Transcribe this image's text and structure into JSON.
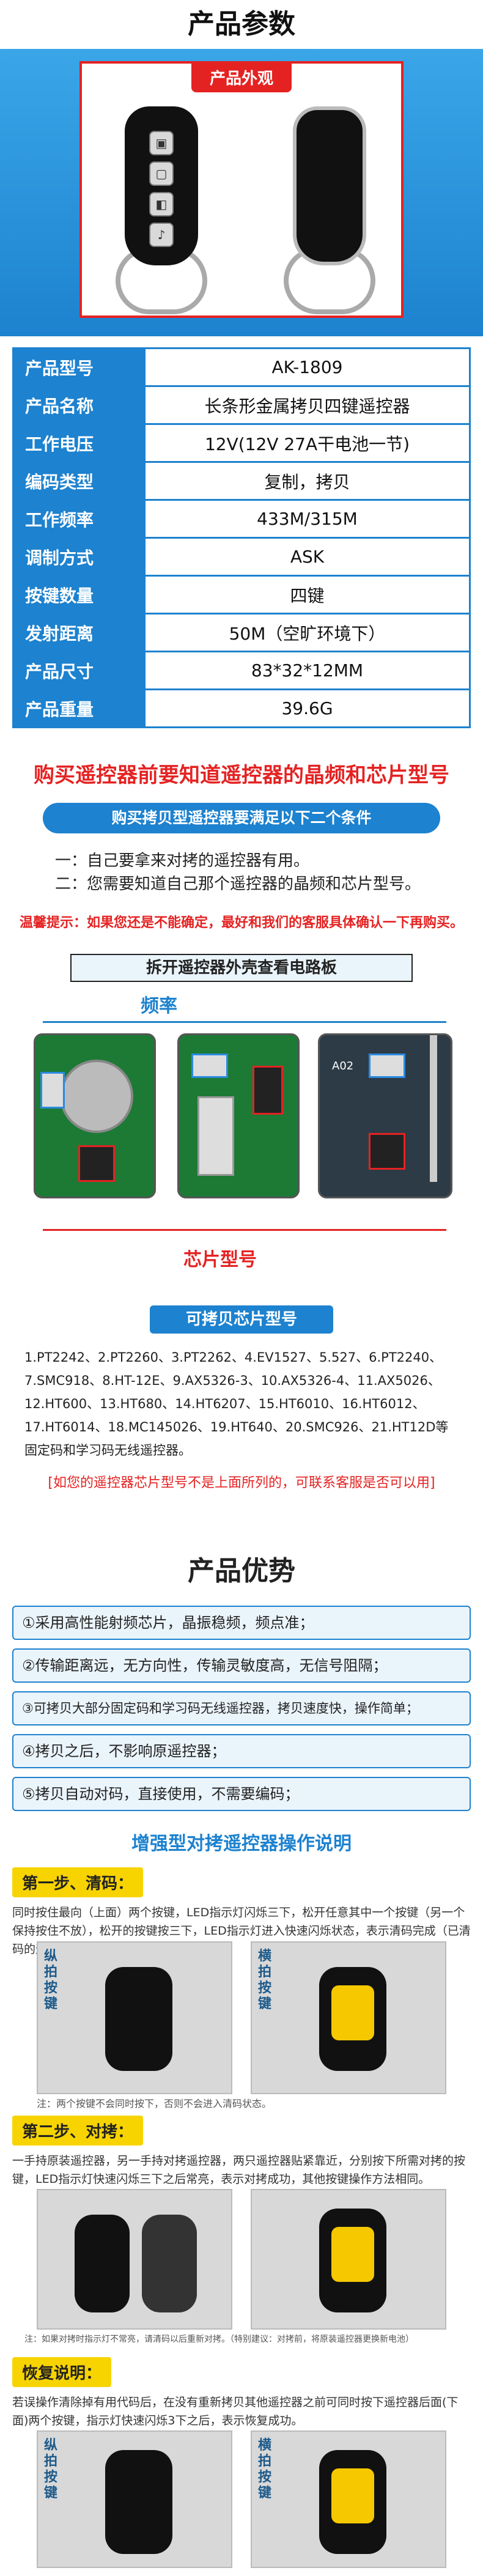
{
  "header": {
    "title": "产品参数"
  },
  "hero": {
    "tag": "产品外观"
  },
  "specs": [
    {
      "k": "产品型号",
      "v": "AK-1809"
    },
    {
      "k": "产品名称",
      "v": "长条形金属拷贝四键遥控器"
    },
    {
      "k": "工作电压",
      "v": "12V(12V 27A干电池一节)"
    },
    {
      "k": "编码类型",
      "v": "复制，拷贝"
    },
    {
      "k": "工作频率",
      "v": "433M/315M"
    },
    {
      "k": "调制方式",
      "v": "ASK"
    },
    {
      "k": "按键数量",
      "v": "四键"
    },
    {
      "k": "发射距离",
      "v": "50M（空旷环境下）"
    },
    {
      "k": "产品尺寸",
      "v": "83*32*12MM"
    },
    {
      "k": "产品重量",
      "v": "39.6G"
    }
  ],
  "buy": {
    "headline": "购买遥控器前要知道遥控器的晶频和芯片型号",
    "pill": "购买拷贝型遥控器要满足以下二个条件",
    "cond1": "一：自己要拿来对拷的遥控器有用。",
    "cond2": "二：您需要知道自己那个遥控器的晶频和芯片型号。",
    "tip": "温馨提示：如果您还是不能确定，最好和我们的客服具体确认一下再购买。"
  },
  "pcb": {
    "title": "拆开遥控器外壳查看电路板",
    "freq_label": "频率",
    "chip_label": "芯片型号",
    "board_text": "A02"
  },
  "chips": {
    "title": "可拷贝芯片型号",
    "lines": [
      "1.PT2242、2.PT2260、3.PT2262、4.EV1527、5.527、6.PT2240、",
      "7.SMC918、8.HT-12E、9.AX5326-3、10.AX5326-4、11.AX5026、",
      "12.HT600、13.HT680、14.HT6207、15.HT6010、16.HT6012、",
      "17.HT6014、18.MC145026、19.HT640、20.SMC926、21.HT12D等",
      "固定码和学习码无线遥控器。"
    ],
    "warn": "[如您的遥控器芯片型号不是上面所列的，可联系客服是否可以用]"
  },
  "advantage": {
    "title": "产品优势",
    "items": [
      "①采用高性能射频芯片，晶振稳频，频点准；",
      "②传输距离远，无方向性，传输灵敏度高，无信号阻隔；",
      "③可拷贝大部分固定码和学习码无线遥控器，拷贝速度快，操作简单；",
      "④拷贝之后，不影响原遥控器；",
      "⑤拷贝自动对码，直接使用，不需要编码；"
    ]
  },
  "guide": {
    "title": "增强型对拷遥控器操作说明",
    "step1": "第一步、清码：",
    "step1_desc": "同时按住最向（上面）两个按键，LED指示灯闪烁三下，松开任意其中一个按键（另一个保持按住不放），松开的按键按三下，LED指示灯进入快速闪烁状态，表示清码完成（已清码的遥控器，短按，LED指示灯不亮）。",
    "step1_note": "注：两个按键不会同时按下，否则不会进入清码状态。",
    "step2": "第二步、对拷：",
    "step2_desc": "一手持原装遥控器，另一手持对拷遥控器，两只遥控器贴紧靠近，分别按下所需对拷的按键，LED指示灯快速闪烁三下之后常亮，表示对拷成功，其他按键操作方法相同。",
    "step2_note": "注：如果对拷时指示灯不常亮，请清码以后重新对拷。（特别建议：对拷前，将原装遥控器更换新电池）",
    "restore": "恢复说明：",
    "restore_desc": "若误操作清除掉有用代码后，在没有重新拷贝其他遥控器之前可同时按下遥控器后面(下面)两个按键，指示灯快速闪烁3下之后，表示恢复成功。",
    "vert_left": "纵拍按键",
    "vert_right": "横拍按键"
  }
}
